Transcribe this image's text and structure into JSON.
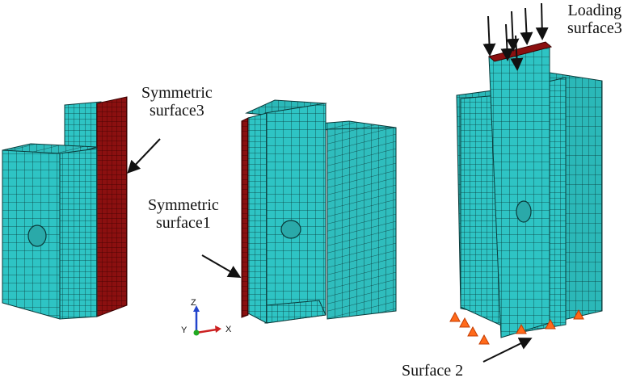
{
  "labels": {
    "symmetric_surface3": {
      "line1": "Symmetric",
      "line2": "surface3"
    },
    "symmetric_surface1": {
      "line1": "Symmetric",
      "line2": "surface1"
    },
    "loading_surface3": {
      "line1": "Loading",
      "line2": "surface3"
    },
    "surface2": "Surface 2"
  },
  "triad": {
    "z": "Z",
    "y": "Y",
    "x": "X"
  },
  "colors": {
    "mesh_fill": "#2ec4c4",
    "mesh_line": "#0a3a3a",
    "symmetric_surface": "#8b1010",
    "boundary_marker": "#ff6a1a",
    "axis_z": "#2244cc",
    "axis_x": "#cc2222",
    "axis_y": "#22aa22"
  },
  "icons": [
    "load-arrow-icon",
    "support-triangle-icon",
    "axis-triad-icon"
  ]
}
